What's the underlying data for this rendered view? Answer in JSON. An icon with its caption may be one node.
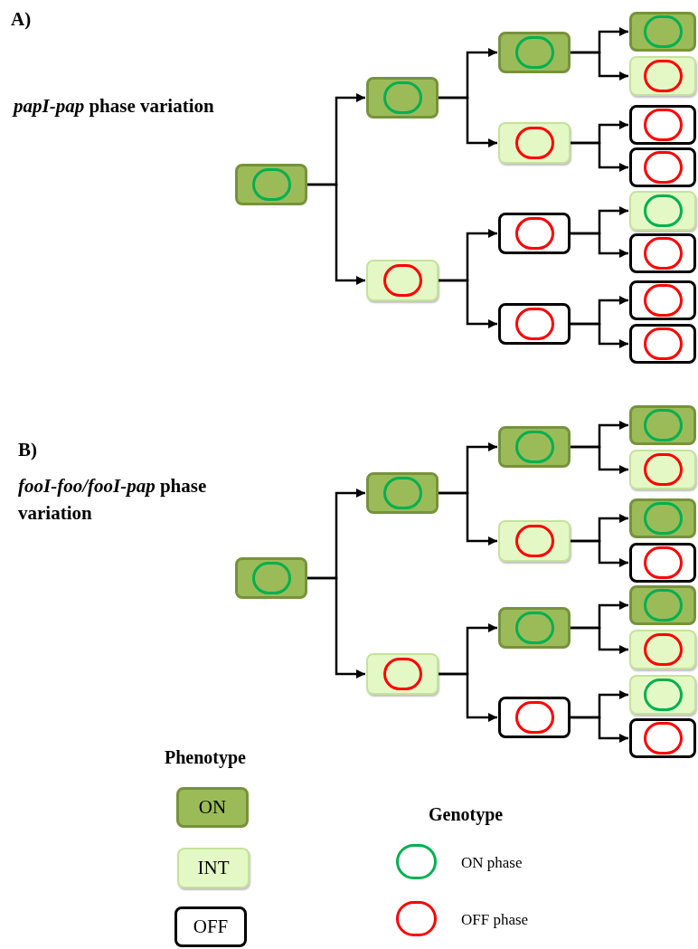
{
  "diagram": {
    "nodes": [
      {
        "text": [],
        "shape": "box"
      },
      {
        "text": [],
        "shape": "circle",
        "in": 0
      },
      {
        "text": [],
        "shape": "box"
      },
      {
        "text": [],
        "shape": "circle",
        "in": 2
      },
      {
        "text": [],
        "shape": "box"
      },
      {
        "text": [],
        "shape": "circle",
        "in": 4
      },
      {
        "text": [],
        "shape": "box"
      },
      {
        "text": [],
        "shape": "circle",
        "in": 6
      },
      {
        "text": [],
        "shape": "box"
      },
      {
        "text": [],
        "shape": "circle",
        "in": 8
      },
      {
        "text": [],
        "shape": "box"
      },
      {
        "text": [],
        "shape": "circle",
        "in": 10
      },
      {
        "text": [],
        "shape": "box"
      },
      {
        "text": [],
        "shape": "circle",
        "in": 12
      },
      {
        "text": [],
        "shape": "box"
      },
      {
        "text": [],
        "shape": "circle",
        "in": 14
      },
      {
        "text": [],
        "shape": "box"
      },
      {
        "text": [],
        "shape": "circle",
        "in": 16
      },
      {
        "text": [],
        "shape": "box"
      },
      {
        "text": [],
        "shape": "circle",
        "in": 18
      },
      {
        "text": [],
        "shape": "box"
      },
      {
        "text": [],
        "shape": "circle",
        "in": 20
      },
      {
        "text": [],
        "shape": "box"
      },
      {
        "text": [],
        "shape": "circle",
        "in": 22
      },
      {
        "text": [],
        "shape": "box"
      },
      {
        "text": [],
        "shape": "circle",
        "in": 24
      },
      {
        "text": [],
        "shape": "box"
      },
      {
        "text": [],
        "shape": "circle",
        "in": 26
      },
      {
        "text": [],
        "shape": "box"
      },
      {
        "text": [],
        "shape": "circle",
        "in": 28
      },
      {
        "text": [],
        "shape": "box"
      },
      {
        "text": [],
        "shape": "circle",
        "in": 30
      },
      {
        "text": [],
        "shape": "box"
      },
      {
        "text": [],
        "shape": "circle",
        "in": 32
      },
      {
        "text": [],
        "shape": "box"
      },
      {
        "text": [],
        "shape": "circle",
        "in": 34
      },
      {
        "text": [],
        "shape": "box"
      },
      {
        "text": [],
        "shape": "circle",
        "in": 36
      },
      {
        "text": [],
        "shape": "box"
      },
      {
        "text": [],
        "shape": "circle",
        "in": 38
      },
      {
        "text": [],
        "shape": "box"
      },
      {
        "text": [],
        "shape": "circle",
        "in": 40
      },
      {
        "text": [],
        "shape": "box"
      },
      {
        "text": [],
        "shape": "circle",
        "in": 42
      },
      {
        "text": [],
        "shape": "box"
      },
      {
        "text": [],
        "shape": "circle",
        "in": 44
      },
      {
        "text": [],
        "shape": "box"
      },
      {
        "text": [],
        "shape": "circle",
        "in": 46
      },
      {
        "text": [],
        "shape": "box"
      },
      {
        "text": [],
        "shape": "circle",
        "in": 48
      },
      {
        "text": [],
        "shape": "box"
      },
      {
        "text": [],
        "shape": "circle",
        "in": 50
      },
      {
        "text": [],
        "shape": "box"
      },
      {
        "text": [],
        "shape": "circle",
        "in": 52
      },
      {
        "text": [],
        "shape": "box"
      },
      {
        "text": [],
        "shape": "circle",
        "in": 54
      },
      {
        "text": [],
        "shape": "box"
      },
      {
        "text": [],
        "shape": "circle",
        "in": 56
      },
      {
        "text": [],
        "shape": "box"
      },
      {
        "text": [],
        "shape": "circle",
        "in": 58
      }
    ],
    "edges": [
      {
        "from": 0,
        "to": 2,
        "arrow": "to"
      },
      {
        "from": 0,
        "to": 4,
        "arrow": "to"
      },
      {
        "from": 2,
        "to": 6,
        "arrow": "to"
      },
      {
        "from": 2,
        "to": 8,
        "arrow": "to"
      },
      {
        "from": 4,
        "to": 10,
        "arrow": "to"
      },
      {
        "from": 4,
        "to": 12,
        "arrow": "to"
      },
      {
        "from": 6,
        "to": 14,
        "arrow": "to"
      },
      {
        "from": 6,
        "to": 16,
        "arrow": "to"
      },
      {
        "from": 8,
        "to": 18,
        "arrow": "to"
      },
      {
        "from": 8,
        "to": 20,
        "arrow": "to"
      },
      {
        "from": 10,
        "to": 22,
        "arrow": "to"
      },
      {
        "from": 10,
        "to": 24,
        "arrow": "to"
      },
      {
        "from": 12,
        "to": 26,
        "arrow": "to"
      },
      {
        "from": 12,
        "to": 28,
        "arrow": "to"
      },
      {
        "from": 30,
        "to": 32,
        "arrow": "to"
      },
      {
        "from": 30,
        "to": 34,
        "arrow": "to"
      },
      {
        "from": 32,
        "to": 36,
        "arrow": "to"
      },
      {
        "from": 32,
        "to": 38,
        "arrow": "to"
      },
      {
        "from": 34,
        "to": 40,
        "arrow": "to"
      },
      {
        "from": 34,
        "to": 42,
        "arrow": "to"
      },
      {
        "from": 36,
        "to": 44,
        "arrow": "to"
      },
      {
        "from": 36,
        "to": 46,
        "arrow": "to"
      },
      {
        "from": 38,
        "to": 48,
        "arrow": "to"
      },
      {
        "from": 38,
        "to": 50,
        "arrow": "to"
      },
      {
        "from": 40,
        "to": 52,
        "arrow": "to"
      },
      {
        "from": 40,
        "to": 54,
        "arrow": "to"
      },
      {
        "from": 42,
        "to": 56,
        "arrow": "to"
      },
      {
        "from": 42,
        "to": 58,
        "arrow": "to"
      }
    ],
    "labels": [
      "A)",
      "*papI-pap* phase variation",
      "B)",
      "*fooI-foo/fooI-pap* phase variation",
      "Phenotype",
      "Genotype"
    ],
    "legend": [
      {
        "text": "ON",
        "color": "#9bbb59"
      },
      {
        "text": "INT",
        "color": "#e4f8c6"
      },
      {
        "text": "OFF",
        "color": "#ffffff"
      },
      {
        "text": "ON phase"
      },
      {
        "text": "OFF phase"
      }
    ]
  }
}
